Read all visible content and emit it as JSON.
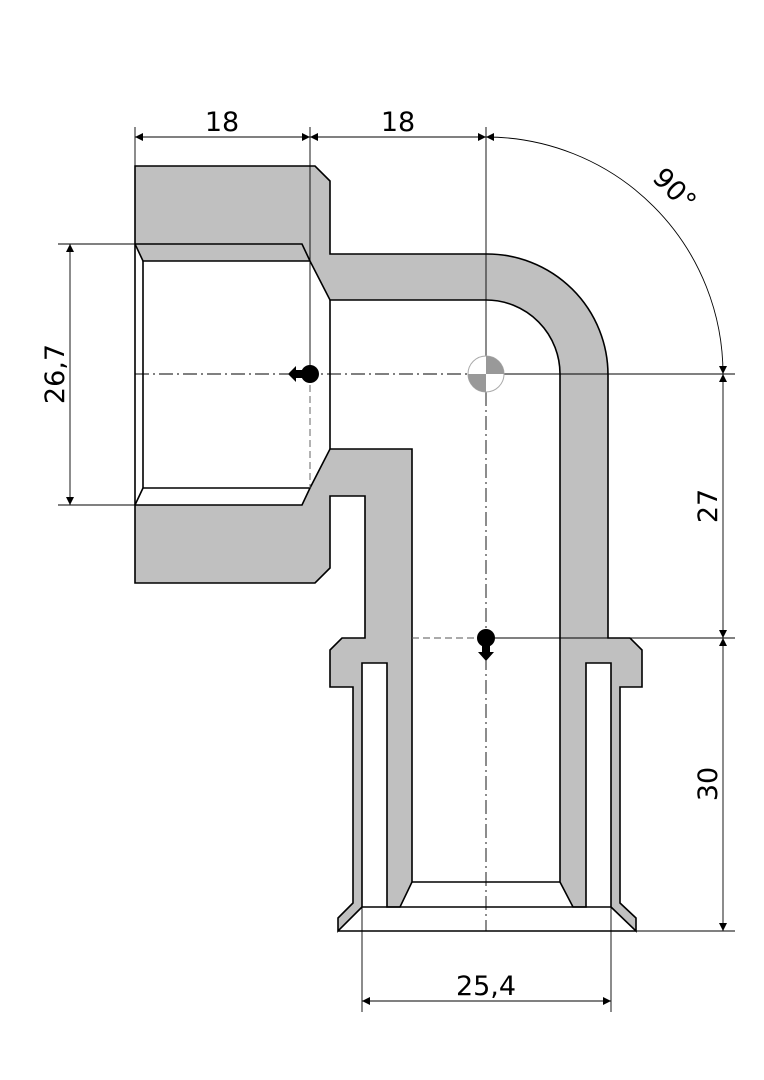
{
  "drawing": {
    "title": "90° elbow fitting with female thread socket and press connection",
    "colors": {
      "section_fill": "#c0c0c0",
      "line": "#000000",
      "cog_fill": "#999999"
    },
    "dimensions": {
      "top_left_length": "18",
      "top_right_length": "18",
      "angle": "90°",
      "socket_thread_diameter": "26,7",
      "vertical_to_axis": "27",
      "outlet_length": "30",
      "outlet_diameter": "25,4"
    }
  }
}
